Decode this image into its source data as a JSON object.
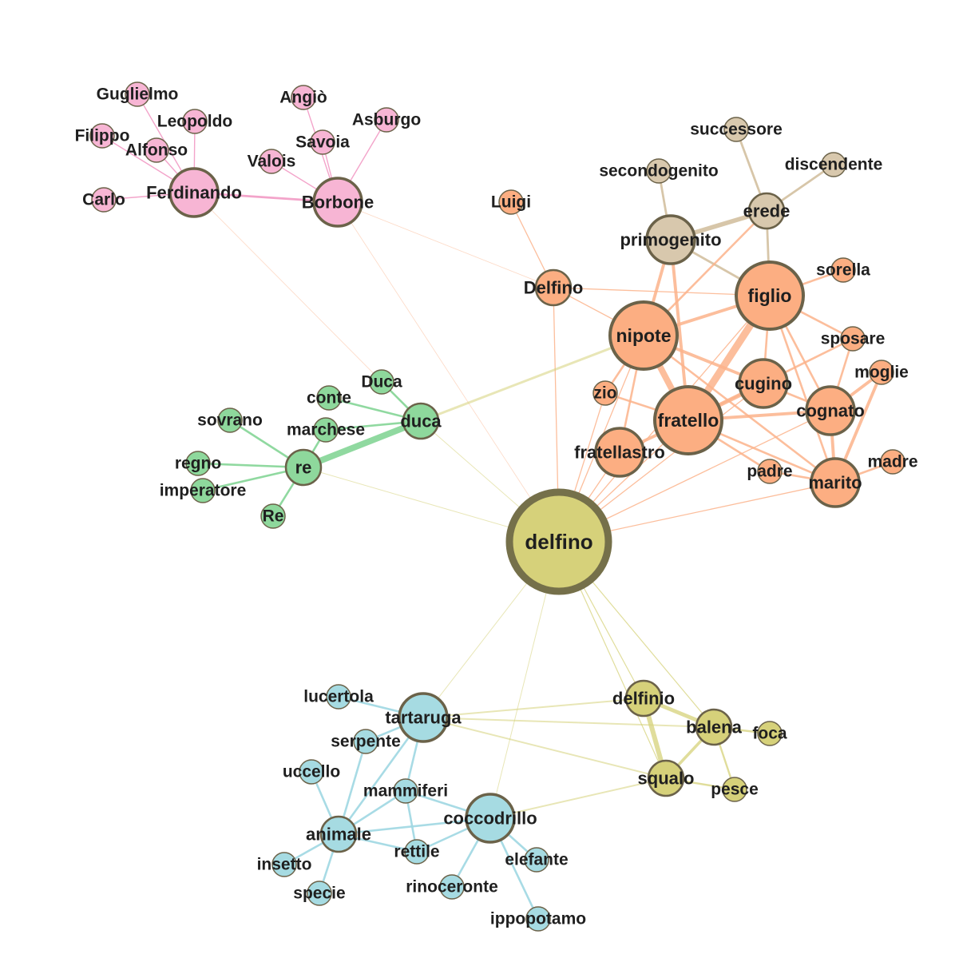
{
  "colors": {
    "pink": "#f7b5d4",
    "pink_edge": "#f29ac4",
    "orange": "#fcae82",
    "orange_edge": "#fbb38b",
    "tan": "#d8c8ad",
    "tan_edge": "#d3c0a0",
    "green": "#8ed89c",
    "green_edge": "#84d596",
    "blue": "#a6dbe2",
    "blue_edge": "#9fd7e2",
    "olive": "#d6d17a",
    "olive_edge": "#d6d17a",
    "stroke": "#6b6249",
    "center_fill": "#d6d17a",
    "center_stroke": "#75704a"
  },
  "nodes": [
    {
      "id": "delfino",
      "label": "delfino",
      "group": "olive",
      "size": "hub"
    },
    {
      "id": "Guglielmo",
      "label": "Guglielmo",
      "group": "pink",
      "size": "s"
    },
    {
      "id": "Filippo",
      "label": "Filippo",
      "group": "pink",
      "size": "s"
    },
    {
      "id": "Leopoldo",
      "label": "Leopoldo",
      "group": "pink",
      "size": "s"
    },
    {
      "id": "Alfonso",
      "label": "Alfonso",
      "group": "pink",
      "size": "s"
    },
    {
      "id": "Carlo",
      "label": "Carlo",
      "group": "pink",
      "size": "s"
    },
    {
      "id": "Ferdinando",
      "label": "Ferdinando",
      "group": "pink",
      "size": "l"
    },
    {
      "id": "Angio",
      "label": "Angiò",
      "group": "pink",
      "size": "s"
    },
    {
      "id": "Asburgo",
      "label": "Asburgo",
      "group": "pink",
      "size": "s"
    },
    {
      "id": "Savoia",
      "label": "Savoia",
      "group": "pink",
      "size": "s"
    },
    {
      "id": "Valois",
      "label": "Valois",
      "group": "pink",
      "size": "s"
    },
    {
      "id": "Borbone",
      "label": "Borbone",
      "group": "pink",
      "size": "l"
    },
    {
      "id": "Luigi",
      "label": "Luigi",
      "group": "orange",
      "size": "s"
    },
    {
      "id": "Delfino",
      "label": "Delfino",
      "group": "orange",
      "size": "m"
    },
    {
      "id": "successore",
      "label": "successore",
      "group": "tan",
      "size": "s"
    },
    {
      "id": "secondogenito",
      "label": "secondogenito",
      "group": "tan",
      "size": "s"
    },
    {
      "id": "discendente",
      "label": "discendente",
      "group": "tan",
      "size": "s"
    },
    {
      "id": "erede",
      "label": "erede",
      "group": "tan",
      "size": "m"
    },
    {
      "id": "primogenito",
      "label": "primogenito",
      "group": "tan",
      "size": "l"
    },
    {
      "id": "figlio",
      "label": "figlio",
      "group": "orange",
      "size": "xl"
    },
    {
      "id": "sorella",
      "label": "sorella",
      "group": "orange",
      "size": "s"
    },
    {
      "id": "nipote",
      "label": "nipote",
      "group": "orange",
      "size": "xl"
    },
    {
      "id": "sposare",
      "label": "sposare",
      "group": "orange",
      "size": "s"
    },
    {
      "id": "moglie",
      "label": "moglie",
      "group": "orange",
      "size": "s"
    },
    {
      "id": "zio",
      "label": "zio",
      "group": "orange",
      "size": "s"
    },
    {
      "id": "cugino",
      "label": "cugino",
      "group": "orange",
      "size": "l"
    },
    {
      "id": "fratello",
      "label": "fratello",
      "group": "orange",
      "size": "xl"
    },
    {
      "id": "cognato",
      "label": "cognato",
      "group": "orange",
      "size": "l"
    },
    {
      "id": "fratellastro",
      "label": "fratellastro",
      "group": "orange",
      "size": "l"
    },
    {
      "id": "padre",
      "label": "padre",
      "group": "orange",
      "size": "s"
    },
    {
      "id": "marito",
      "label": "marito",
      "group": "orange",
      "size": "l"
    },
    {
      "id": "madre",
      "label": "madre",
      "group": "orange",
      "size": "s"
    },
    {
      "id": "Duca",
      "label": "Duca",
      "group": "green",
      "size": "s"
    },
    {
      "id": "conte",
      "label": "conte",
      "group": "green",
      "size": "s"
    },
    {
      "id": "duca",
      "label": "duca",
      "group": "green",
      "size": "m"
    },
    {
      "id": "sovrano",
      "label": "sovrano",
      "group": "green",
      "size": "s"
    },
    {
      "id": "marchese",
      "label": "marchese",
      "group": "green",
      "size": "s"
    },
    {
      "id": "re",
      "label": "re",
      "group": "green",
      "size": "m"
    },
    {
      "id": "regno",
      "label": "regno",
      "group": "green",
      "size": "s"
    },
    {
      "id": "imperatore",
      "label": "imperatore",
      "group": "green",
      "size": "s"
    },
    {
      "id": "Re",
      "label": "Re",
      "group": "green",
      "size": "s"
    },
    {
      "id": "lucertola",
      "label": "lucertola",
      "group": "blue",
      "size": "s"
    },
    {
      "id": "tartaruga",
      "label": "tartaruga",
      "group": "blue",
      "size": "l"
    },
    {
      "id": "serpente",
      "label": "serpente",
      "group": "blue",
      "size": "s"
    },
    {
      "id": "uccello",
      "label": "uccello",
      "group": "blue",
      "size": "s"
    },
    {
      "id": "mammiferi",
      "label": "mammiferi",
      "group": "blue",
      "size": "s"
    },
    {
      "id": "coccodrillo",
      "label": "coccodrillo",
      "group": "blue",
      "size": "l"
    },
    {
      "id": "animale",
      "label": "animale",
      "group": "blue",
      "size": "m"
    },
    {
      "id": "rettile",
      "label": "rettile",
      "group": "blue",
      "size": "s"
    },
    {
      "id": "elefante",
      "label": "elefante",
      "group": "blue",
      "size": "s"
    },
    {
      "id": "insetto",
      "label": "insetto",
      "group": "blue",
      "size": "s"
    },
    {
      "id": "rinoceronte",
      "label": "rinoceronte",
      "group": "blue",
      "size": "s"
    },
    {
      "id": "specie",
      "label": "specie",
      "group": "blue",
      "size": "s"
    },
    {
      "id": "ippopotamo",
      "label": "ippopotamo",
      "group": "blue",
      "size": "s"
    },
    {
      "id": "delfinio",
      "label": "delfinio",
      "group": "olive",
      "size": "m"
    },
    {
      "id": "balena",
      "label": "balena",
      "group": "olive",
      "size": "m"
    },
    {
      "id": "foca",
      "label": "foca",
      "group": "olive",
      "size": "s"
    },
    {
      "id": "squalo",
      "label": "squalo",
      "group": "olive",
      "size": "m"
    },
    {
      "id": "pesce",
      "label": "pesce",
      "group": "olive",
      "size": "s"
    }
  ],
  "edges": [
    [
      "Guglielmo",
      "Ferdinando",
      "pink",
      1
    ],
    [
      "Filippo",
      "Ferdinando",
      "pink",
      1
    ],
    [
      "Leopoldo",
      "Ferdinando",
      "pink",
      1
    ],
    [
      "Alfonso",
      "Ferdinando",
      "pink",
      1
    ],
    [
      "Carlo",
      "Ferdinando",
      "pink",
      1
    ],
    [
      "Ferdinando",
      "Borbone",
      "pink",
      2
    ],
    [
      "Angio",
      "Borbone",
      "pink",
      1
    ],
    [
      "Asburgo",
      "Borbone",
      "pink",
      1
    ],
    [
      "Savoia",
      "Borbone",
      "pink",
      1
    ],
    [
      "Valois",
      "Borbone",
      "pink",
      1
    ],
    [
      "Ferdinando",
      "duca",
      "pinkfade",
      1
    ],
    [
      "Borbone",
      "delfino",
      "pinkfade",
      1
    ],
    [
      "Borbone",
      "Delfino",
      "pinkfade",
      1
    ],
    [
      "Luigi",
      "Delfino",
      "orange",
      1
    ],
    [
      "Delfino",
      "nipote",
      "orange",
      1
    ],
    [
      "Delfino",
      "figlio",
      "orange",
      1
    ],
    [
      "Delfino",
      "delfino",
      "orange",
      1
    ],
    [
      "successore",
      "erede",
      "tan",
      2
    ],
    [
      "discendente",
      "erede",
      "tan",
      2
    ],
    [
      "secondogenito",
      "primogenito",
      "tan",
      2
    ],
    [
      "primogenito",
      "erede",
      "tan",
      4
    ],
    [
      "primogenito",
      "figlio",
      "tan",
      2
    ],
    [
      "erede",
      "figlio",
      "tan",
      2
    ],
    [
      "primogenito",
      "nipote",
      "orange",
      3
    ],
    [
      "primogenito",
      "fratello",
      "orange",
      3
    ],
    [
      "erede",
      "nipote",
      "orange",
      2
    ],
    [
      "figlio",
      "nipote",
      "orange",
      3
    ],
    [
      "figlio",
      "sorella",
      "orange",
      2
    ],
    [
      "figlio",
      "fratello",
      "orange",
      7
    ],
    [
      "figlio",
      "cugino",
      "orange",
      2
    ],
    [
      "figlio",
      "cognato",
      "orange",
      2
    ],
    [
      "figlio",
      "marito",
      "orange",
      2
    ],
    [
      "figlio",
      "sposare",
      "orange",
      2
    ],
    [
      "nipote",
      "fratello",
      "orange",
      6
    ],
    [
      "nipote",
      "cugino",
      "orange",
      3
    ],
    [
      "nipote",
      "zio",
      "orange",
      2
    ],
    [
      "nipote",
      "fratellastro",
      "orange",
      2
    ],
    [
      "fratello",
      "cugino",
      "orange",
      4
    ],
    [
      "fratello",
      "cognato",
      "orange",
      3
    ],
    [
      "fratello",
      "fratellastro",
      "orange",
      3
    ],
    [
      "fratello",
      "padre",
      "orange",
      2
    ],
    [
      "fratello",
      "marito",
      "orange",
      2
    ],
    [
      "fratello",
      "sposare",
      "orange",
      2
    ],
    [
      "cugino",
      "cognato",
      "orange",
      2
    ],
    [
      "cognato",
      "moglie",
      "orange",
      3
    ],
    [
      "cognato",
      "marito",
      "orange",
      3
    ],
    [
      "cognato",
      "sposare",
      "orange",
      2
    ],
    [
      "marito",
      "moglie",
      "orange",
      3
    ],
    [
      "marito",
      "madre",
      "orange",
      2
    ],
    [
      "marito",
      "padre",
      "orange",
      2
    ],
    [
      "zio",
      "fratello",
      "orange",
      2
    ],
    [
      "nipote",
      "marito",
      "orange",
      2
    ],
    [
      "nipote",
      "delfino",
      "orange",
      1
    ],
    [
      "figlio",
      "delfino",
      "orange",
      1
    ],
    [
      "fratello",
      "delfino",
      "orange",
      1
    ],
    [
      "cugino",
      "delfino",
      "orange",
      1
    ],
    [
      "fratellastro",
      "delfino",
      "orange",
      1
    ],
    [
      "marito",
      "delfino",
      "orange",
      1
    ],
    [
      "cognato",
      "delfino",
      "orange",
      1
    ],
    [
      "zio",
      "delfino",
      "orange",
      1
    ],
    [
      "Duca",
      "duca",
      "green",
      2
    ],
    [
      "conte",
      "duca",
      "green",
      2
    ],
    [
      "marchese",
      "duca",
      "green",
      2
    ],
    [
      "duca",
      "re",
      "green",
      6
    ],
    [
      "sovrano",
      "re",
      "green",
      2
    ],
    [
      "marchese",
      "re",
      "green",
      2
    ],
    [
      "regno",
      "re",
      "green",
      2
    ],
    [
      "imperatore",
      "re",
      "green",
      2
    ],
    [
      "Re",
      "re",
      "green",
      2
    ],
    [
      "duca",
      "nipote",
      "olivefade",
      3
    ],
    [
      "duca",
      "delfino",
      "olivefade",
      1
    ],
    [
      "re",
      "delfino",
      "olivefade",
      1
    ],
    [
      "lucertola",
      "tartaruga",
      "blue",
      2
    ],
    [
      "serpente",
      "tartaruga",
      "blue",
      2
    ],
    [
      "uccello",
      "animale",
      "blue",
      2
    ],
    [
      "mammiferi",
      "animale",
      "blue",
      2
    ],
    [
      "mammiferi",
      "tartaruga",
      "blue",
      2
    ],
    [
      "tartaruga",
      "animale",
      "blue",
      2
    ],
    [
      "coccodrillo",
      "animale",
      "blue",
      2
    ],
    [
      "coccodrillo",
      "rettile",
      "blue",
      2
    ],
    [
      "coccodrillo",
      "elefante",
      "blue",
      2
    ],
    [
      "coccodrillo",
      "rinoceronte",
      "blue",
      2
    ],
    [
      "coccodrillo",
      "ippopotamo",
      "blue",
      2
    ],
    [
      "coccodrillo",
      "mammiferi",
      "blue",
      2
    ],
    [
      "animale",
      "insetto",
      "blue",
      2
    ],
    [
      "animale",
      "specie",
      "blue",
      2
    ],
    [
      "animale",
      "rettile",
      "blue",
      2
    ],
    [
      "mammiferi",
      "rettile",
      "blue",
      2
    ],
    [
      "serpente",
      "animale",
      "blue",
      2
    ],
    [
      "tartaruga",
      "delfinio",
      "olivefade",
      2
    ],
    [
      "tartaruga",
      "balena",
      "olivefade",
      2
    ],
    [
      "tartaruga",
      "squalo",
      "olivefade",
      2
    ],
    [
      "coccodrillo",
      "squalo",
      "olivefade",
      2
    ],
    [
      "tartaruga",
      "delfino",
      "olivefade",
      1
    ],
    [
      "coccodrillo",
      "delfino",
      "olivefade",
      1
    ],
    [
      "delfinio",
      "balena",
      "olive",
      4
    ],
    [
      "delfinio",
      "squalo",
      "olive",
      5
    ],
    [
      "balena",
      "squalo",
      "olive",
      3
    ],
    [
      "balena",
      "foca",
      "olive",
      2
    ],
    [
      "balena",
      "pesce",
      "olive",
      2
    ],
    [
      "squalo",
      "pesce",
      "olive",
      2
    ],
    [
      "delfino",
      "delfinio",
      "olive",
      1
    ],
    [
      "delfino",
      "balena",
      "olive",
      1
    ],
    [
      "delfino",
      "squalo",
      "olive",
      1
    ]
  ]
}
